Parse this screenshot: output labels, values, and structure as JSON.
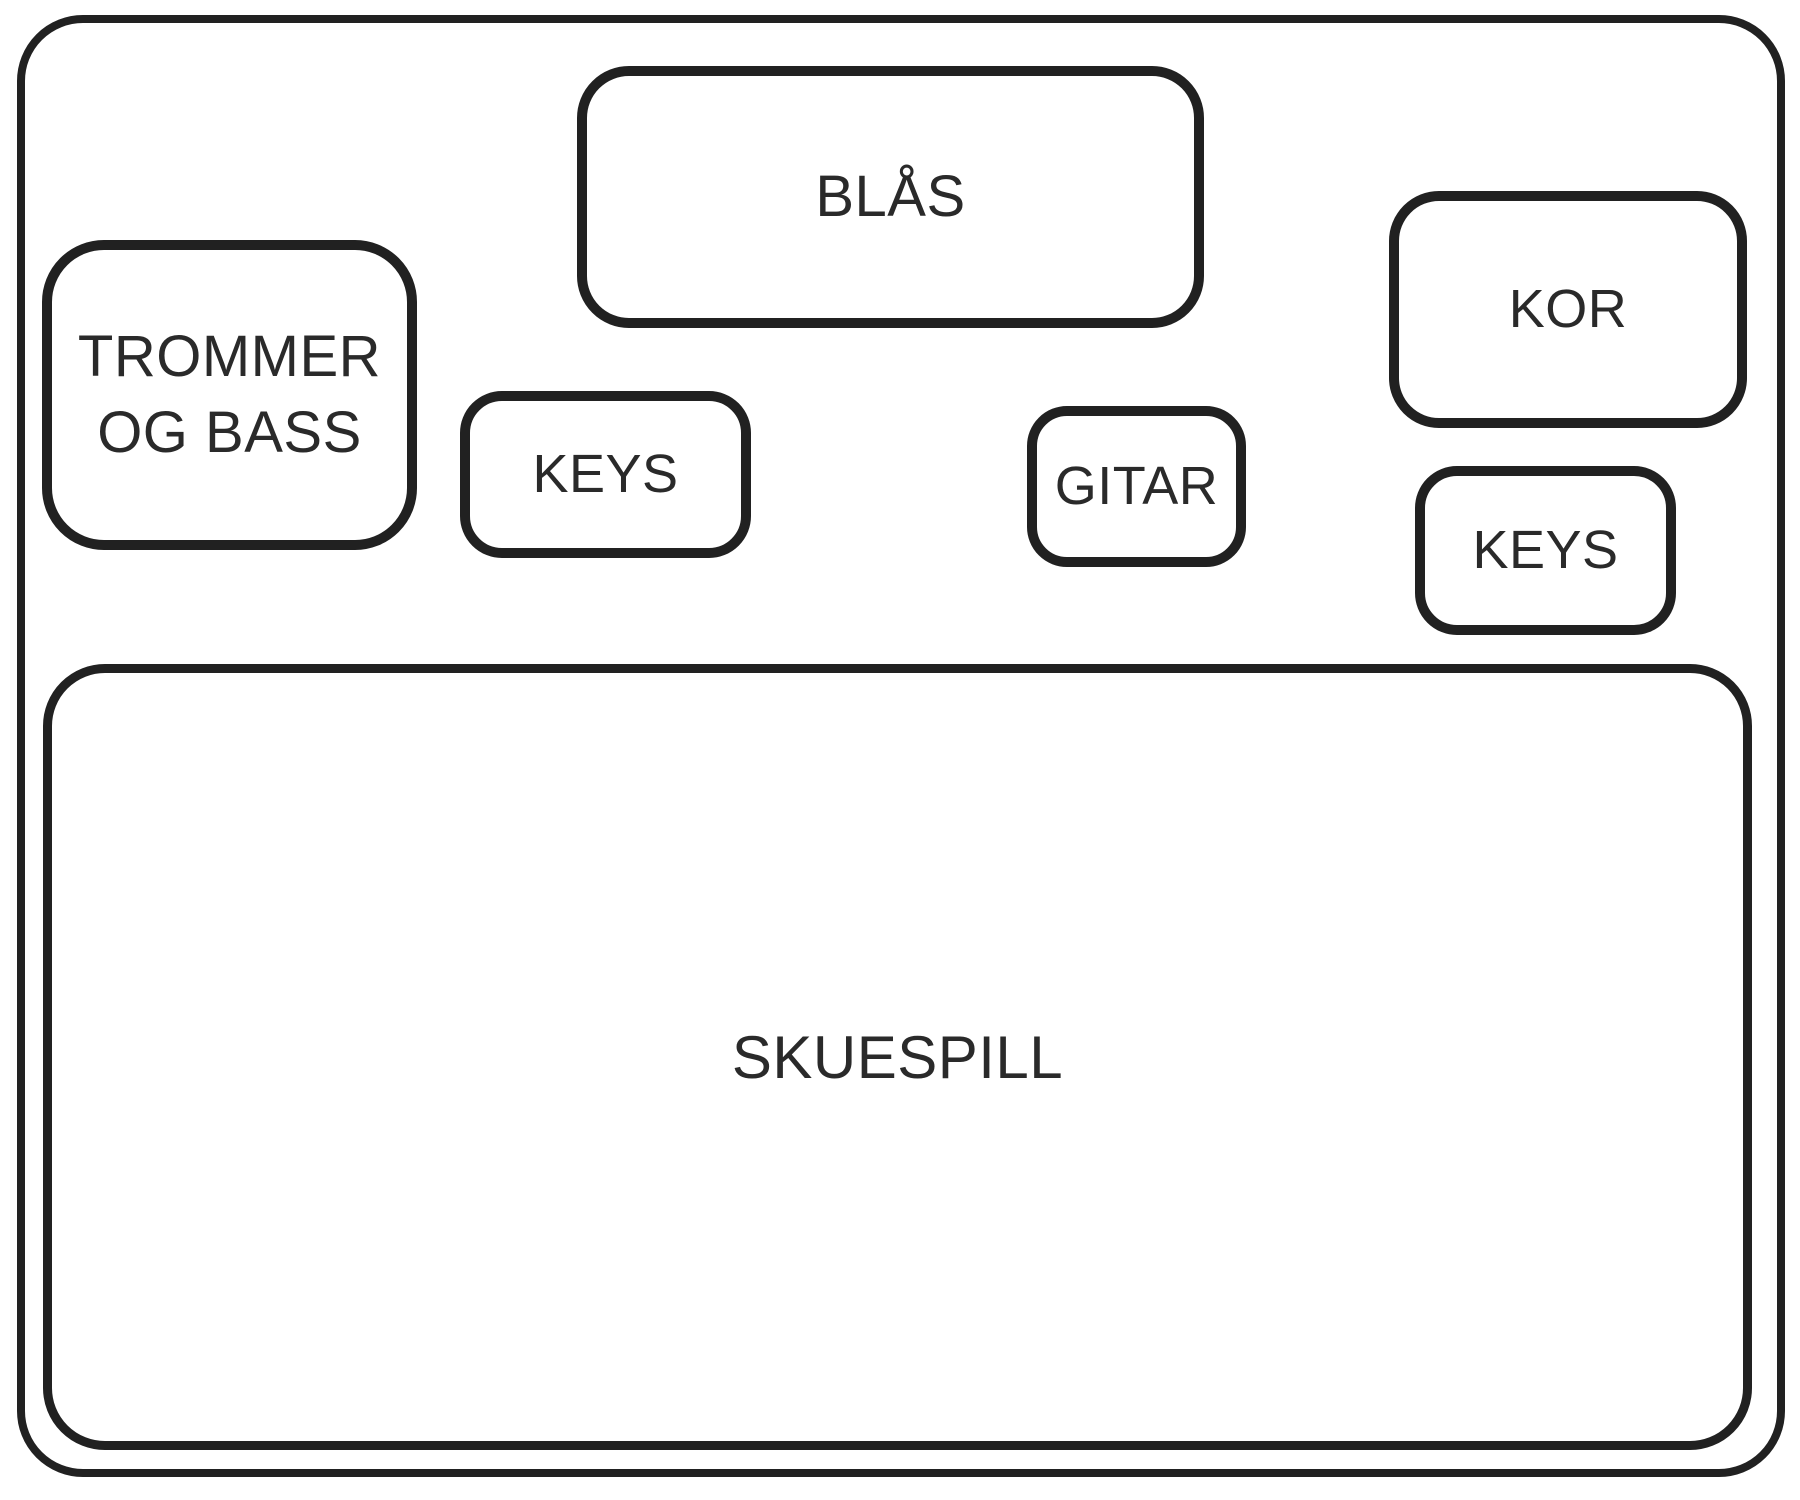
{
  "diagram": {
    "type": "stage-plot",
    "background_color": "#ffffff",
    "stroke_color": "#212121",
    "text_color": "#2a2a2a",
    "boxes": {
      "blas": {
        "label": "BLÅS"
      },
      "trommer_og_bass": {
        "label": "TROMMER OG BASS",
        "line1": "TROMMER",
        "line2": "OG BASS"
      },
      "keys_left": {
        "label": "KEYS"
      },
      "gitar": {
        "label": "GITAR"
      },
      "kor": {
        "label": "KOR"
      },
      "keys_right": {
        "label": "KEYS"
      },
      "skuespill": {
        "label": "SKUESPILL"
      }
    }
  }
}
